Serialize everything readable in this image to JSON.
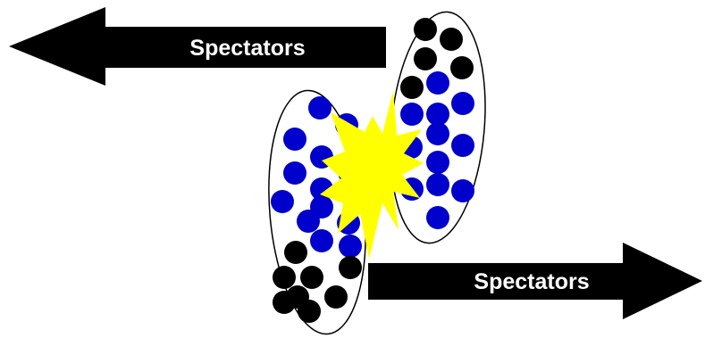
{
  "labels": {
    "upper_arrow": "Spectators",
    "lower_arrow": "Spectators"
  },
  "colors": {
    "background": "#ffffff",
    "arrow": "#000000",
    "arrow_text": "#ffffff",
    "ellipse_stroke": "#000000",
    "participant": "#0000cc",
    "spectator": "#000000",
    "collision": "#ffff00"
  },
  "groups": {
    "left_nucleus": {
      "spectators": 8,
      "participants": 13
    },
    "right_nucleus": {
      "spectators": 6,
      "participants": 14
    }
  }
}
